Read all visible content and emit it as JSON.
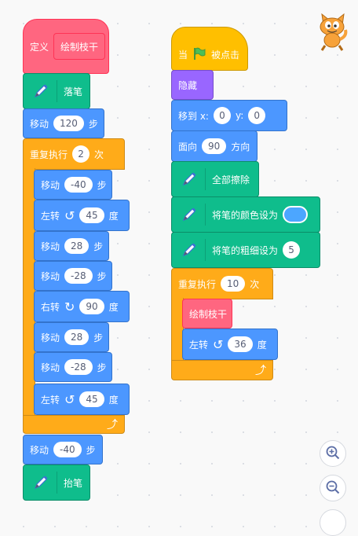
{
  "scripts": {
    "define_script": {
      "define_label": "定义",
      "proc_name": "绘制枝干",
      "pen_down": "落笔",
      "move1": {
        "label": "移动",
        "value": "120",
        "unit": "步"
      },
      "repeat": {
        "label": "重复执行",
        "value": "2",
        "unit": "次"
      },
      "inner": [
        {
          "label": "移动",
          "value": "-40",
          "unit": "步"
        },
        {
          "label": "左转",
          "value": "45",
          "unit": "度"
        },
        {
          "label": "移动",
          "value": "28",
          "unit": "步"
        },
        {
          "label": "移动",
          "value": "-28",
          "unit": "步"
        },
        {
          "label": "右转",
          "value": "90",
          "unit": "度"
        },
        {
          "label": "移动",
          "value": "28",
          "unit": "步"
        },
        {
          "label": "移动",
          "value": "-28",
          "unit": "步"
        },
        {
          "label": "左转",
          "value": "45",
          "unit": "度"
        }
      ],
      "move_after": {
        "label": "移动",
        "value": "-40",
        "unit": "步"
      },
      "pen_up": "抬笔"
    },
    "flag_script": {
      "when_label": "当",
      "clicked_label": "被点击",
      "hide": "隐藏",
      "goto": {
        "label": "移到 x:",
        "x": "0",
        "ylabel": "y:",
        "y": "0"
      },
      "point": {
        "label": "面向",
        "value": "90",
        "unit": "方向"
      },
      "clear": "全部擦除",
      "set_color": "将笔的颜色设为",
      "set_size": {
        "label": "将笔的粗细设为",
        "value": "5"
      },
      "repeat": {
        "label": "重复执行",
        "value": "10",
        "unit": "次"
      },
      "call": "绘制枝干",
      "turn": {
        "label": "左转",
        "value": "36",
        "unit": "度"
      }
    }
  },
  "colors": {
    "motion": "#4C97FF",
    "control": "#FFAB19",
    "looks": "#9966FF",
    "pen": "#0FBD8C",
    "custom": "#FF6680",
    "event": "#FFBF00",
    "pen_color_swatch": "#4CA6FF"
  },
  "icons": {
    "pen": "pen-icon",
    "flag": "green-flag-icon",
    "turn_left": "rotate-left-icon",
    "turn_right": "rotate-right-icon",
    "loop": "loop-arrow-icon",
    "sprite": "scratch-cat-icon",
    "zoom_in": "zoom-in-icon",
    "zoom_out": "zoom-out-icon"
  }
}
